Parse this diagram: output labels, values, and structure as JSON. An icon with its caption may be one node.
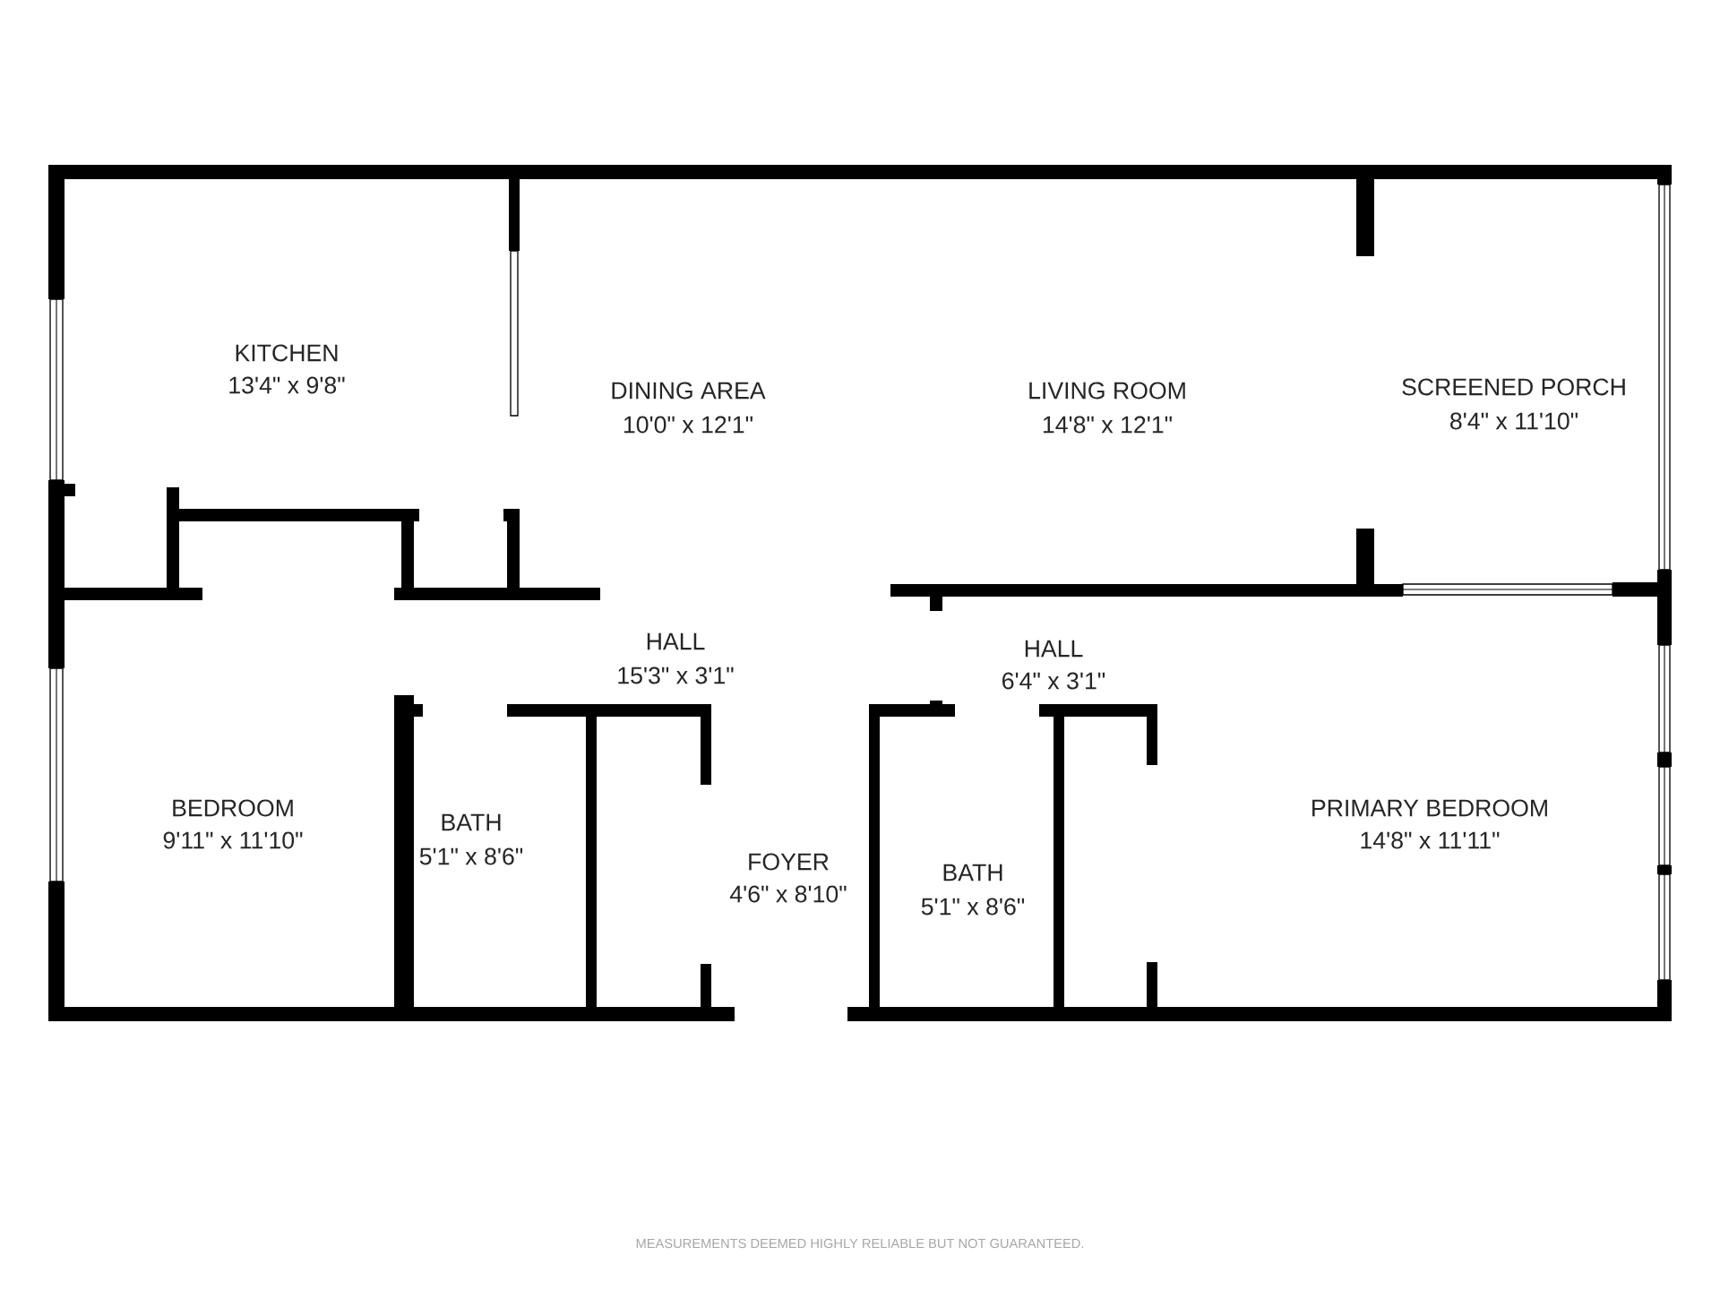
{
  "diagram": {
    "labels": [
      "KITCHEN",
      "13'4\" x 9'8\"",
      "DINING AREA",
      "10'0\" x 12'1\"",
      "LIVING ROOM",
      "14'8\" x 12'1\"",
      "SCREENED PORCH",
      "8'4\" x 11'10\"",
      "HALL",
      "15'3\" x 3'1\"",
      "HALL",
      "6'4\" x 3'1\"",
      "BEDROOM",
      "9'11\" x 11'10\"",
      "BATH",
      "5'1\" x 8'6\"",
      "FOYER",
      "4'6\" x 8'10\"",
      "BATH",
      "5'1\" x 8'6\"",
      "PRIMARY BEDROOM",
      "14'8\" x 11'11\"",
      "MEASUREMENTS DEEMED HIGHLY RELIABLE BUT NOT GUARANTEED."
    ]
  }
}
